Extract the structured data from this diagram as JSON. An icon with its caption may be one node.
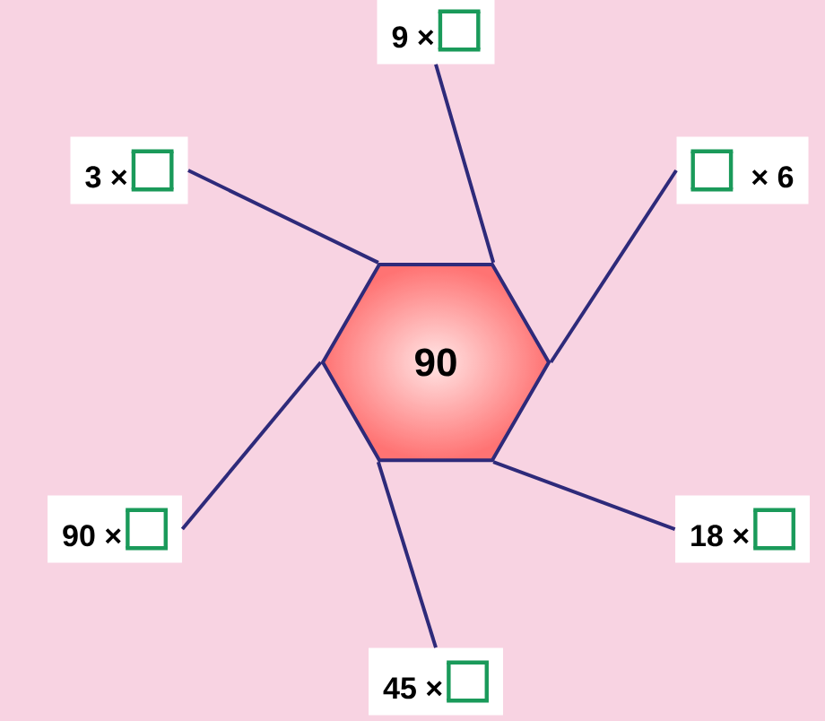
{
  "diagram": {
    "nodes": [
      {
        "text": [
          "90"
        ]
      },
      {
        "text": [
          "9 ×"
        ]
      },
      {
        "text": [
          "3 ×"
        ]
      },
      {
        "text": [
          "× 6"
        ]
      },
      {
        "text": [
          "90 ×"
        ]
      },
      {
        "text": [
          "18 ×"
        ]
      },
      {
        "text": [
          "45 ×"
        ]
      }
    ],
    "edges": [
      {
        "from": 0,
        "to": 1,
        "arrow": "none"
      },
      {
        "from": 0,
        "to": 2,
        "arrow": "none"
      },
      {
        "from": 0,
        "to": 3,
        "arrow": "none"
      },
      {
        "from": 0,
        "to": 4,
        "arrow": "none"
      },
      {
        "from": 0,
        "to": 5,
        "arrow": "none"
      },
      {
        "from": 0,
        "to": 6,
        "arrow": "none"
      }
    ]
  }
}
